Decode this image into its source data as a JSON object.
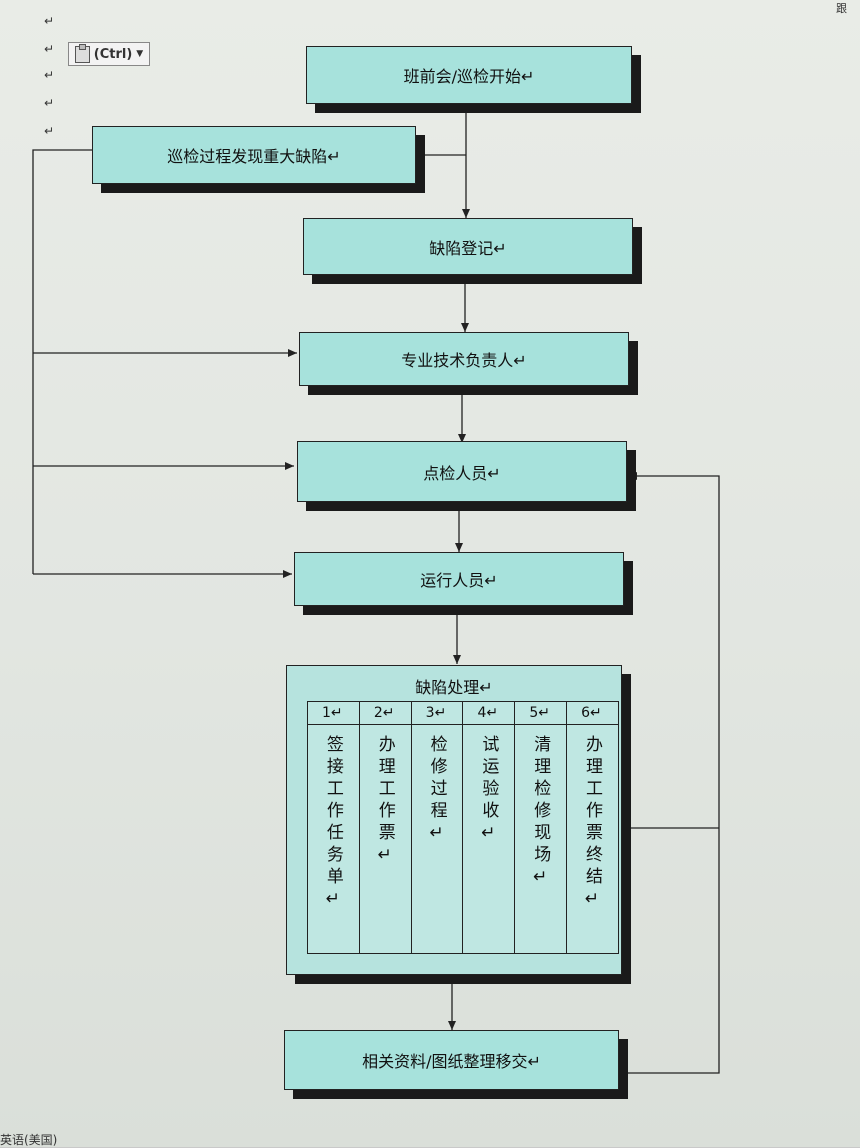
{
  "toolbar": {
    "paste_options_label": "(Ctrl)"
  },
  "status_bar": {
    "language": "英语(美国)"
  },
  "corner_text": "跟",
  "nodes": {
    "start": "班前会/巡检开始↵",
    "inspection_defect": "巡检过程发现重大缺陷↵",
    "register": "缺陷登记↵",
    "tech_lead": "专业技术负责人↵",
    "inspector": "点检人员↵",
    "operator": "运行人员↵",
    "processing": "缺陷处理↵",
    "handover": "相关资料/图纸整理移交↵"
  },
  "steps": [
    {
      "num": "1↵",
      "text": "签接工作任务单↵"
    },
    {
      "num": "2↵",
      "text": "办理工作票↵"
    },
    {
      "num": "3↵",
      "text": "检修过程↵"
    },
    {
      "num": "4↵",
      "text": "试运验收↵"
    },
    {
      "num": "5↵",
      "text": "清理检修现场↵"
    },
    {
      "num": "6↵",
      "text": "办理工作票终结↵"
    }
  ],
  "colors": {
    "box_fill": "#a7e2dc",
    "line": "#222222",
    "shadow": "#1a1a1a"
  }
}
